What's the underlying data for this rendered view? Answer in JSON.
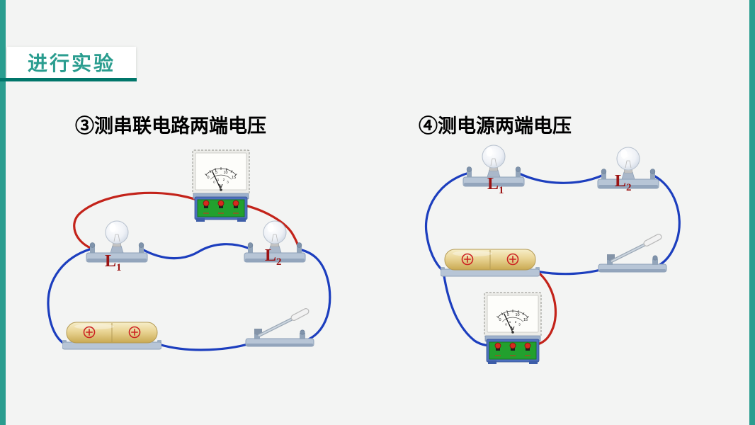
{
  "colors": {
    "accent": "#2a9d8f",
    "accent_dark": "#00766a",
    "wire_red": "#c3231a",
    "wire_blue": "#1c3ebe",
    "lamp_label_red": "#9b1414"
  },
  "header": {
    "title": "进行实验"
  },
  "panels": [
    {
      "title": "③测串联电路两端电压",
      "lamp1": {
        "name": "L",
        "sub": "1"
      },
      "lamp2": {
        "name": "L",
        "sub": "2"
      }
    },
    {
      "title": "④测电源两端电压",
      "lamp1": {
        "name": "L",
        "sub": "1"
      },
      "lamp2": {
        "name": "L",
        "sub": "2"
      }
    }
  ],
  "voltmeter": {
    "unit": "V",
    "outer_scale": [
      "0",
      "5",
      "10",
      "15"
    ],
    "inner_scale": [
      "0",
      "1",
      "2",
      "3"
    ]
  }
}
